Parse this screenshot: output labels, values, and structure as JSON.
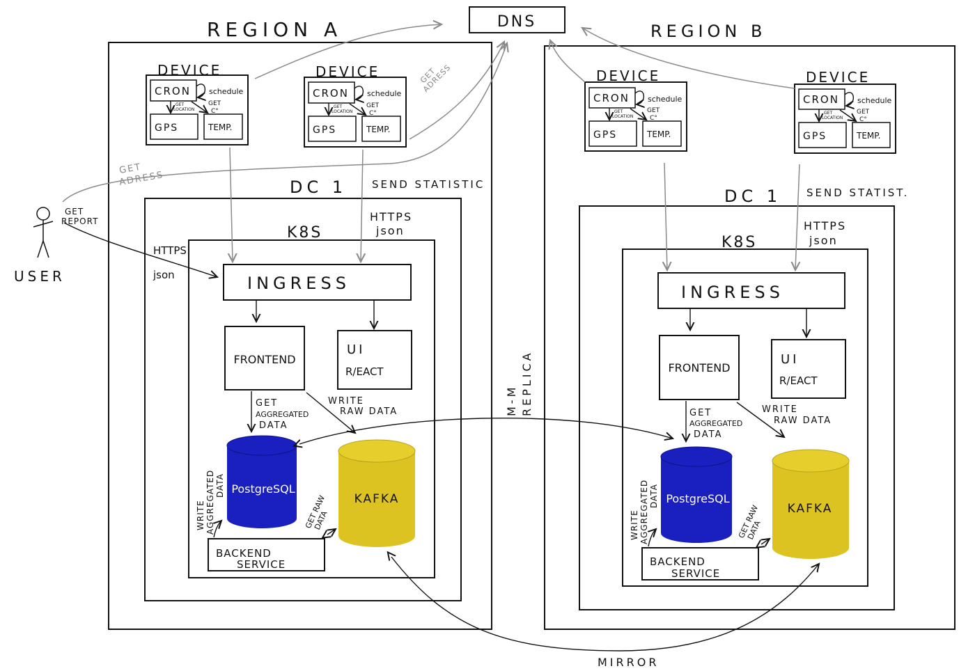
{
  "title_dns": "DNS",
  "regions": [
    {
      "id": "a",
      "label": "REGION A",
      "dc_label": "DC 1",
      "send_label": "SEND STATISTIC",
      "https_top": "HTTPS",
      "json_top": "json",
      "k8s_label": "K8S",
      "ingress_label": "INGRESS",
      "frontend_label": "FRONTEND",
      "ui_label_1": "UI",
      "ui_label_2": "R/EACT",
      "get_agg_1": "GET",
      "get_agg_2": "AGGREGATED",
      "get_agg_3": "DATA",
      "write_raw_1": "WRITE",
      "write_raw_2": "RAW DATA",
      "write_agg_1": "WRITE",
      "write_agg_2": "AGGREGATED",
      "write_agg_3": "DATA",
      "postgres_label": "PostgreSQL",
      "kafka_label": "KAFKA",
      "get_raw_1": "GET RAW",
      "get_raw_2": "DATA",
      "backend_1": "BACKEND",
      "backend_2": "SERVICE"
    },
    {
      "id": "b",
      "label": "REGION B",
      "dc_label": "DC 1",
      "send_label": "SEND STATIST.",
      "https_top": "HTTPS",
      "json_top": "json",
      "k8s_label": "K8S",
      "ingress_label": "INGRESS",
      "frontend_label": "FRONTEND",
      "ui_label_1": "UI",
      "ui_label_2": "R/EACT",
      "get_agg_1": "GET",
      "get_agg_2": "AGGREGATED",
      "get_agg_3": "DATA",
      "write_raw_1": "WRITE",
      "write_raw_2": "RAW DATA",
      "write_agg_1": "WRITE",
      "write_agg_2": "AGGREGATED",
      "write_agg_3": "DATA",
      "postgres_label": "PostgreSQL",
      "kafka_label": "KAFKA",
      "get_raw_1": "GET RAW",
      "get_raw_2": "DATA",
      "backend_1": "BACKEND",
      "backend_2": "SERVICE"
    }
  ],
  "device": {
    "title": "DEVICE",
    "cron": "CRON",
    "schedule": "schedule",
    "get_c_1": "GET",
    "get_c_2": "C°",
    "get_location_1": "GET",
    "get_location_2": "LOCATION",
    "gps": "GPS",
    "temp": "TEMP."
  },
  "user": {
    "label": "USER",
    "get_report_1": "GET",
    "get_report_2": "REPORT",
    "https": "HTTPS",
    "json": "json",
    "get_adress_1": "GET",
    "get_adress_2": "ADRESS"
  },
  "device_get_adress_1": "GET",
  "device_get_adress_2": "ADRESS",
  "replica_1": "M-M",
  "replica_2": "REPLICA",
  "mirror": "MIRROR",
  "colors": {
    "postgres": "#1a1fbf",
    "kafka": "#dcc322",
    "ink": "#111111",
    "pencil": "#8a8a8a"
  }
}
